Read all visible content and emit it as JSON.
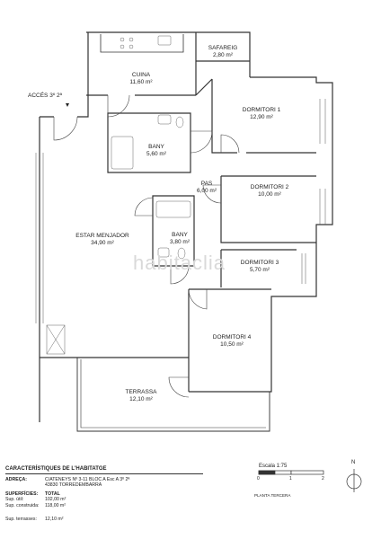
{
  "rooms": [
    {
      "id": "cuina",
      "name": "CUINA",
      "area": "11,60 m²"
    },
    {
      "id": "safareig",
      "name": "SAFAREIG",
      "area": "2,80 m²"
    },
    {
      "id": "dormitori1",
      "name": "DORMITORI 1",
      "area": "12,90 m²"
    },
    {
      "id": "bany1",
      "name": "BANY",
      "area": "5,60 m²"
    },
    {
      "id": "pas",
      "name": "PAS",
      "area": "6,00 m²"
    },
    {
      "id": "dormitori2",
      "name": "DORMITORI 2",
      "area": "10,00 m²"
    },
    {
      "id": "estar",
      "name": "ESTAR MENJADOR",
      "area": "34,90 m²"
    },
    {
      "id": "bany2",
      "name": "BANY",
      "area": "3,80 m²"
    },
    {
      "id": "dormitori3",
      "name": "DORMITORI 3",
      "area": "5,70 m²"
    },
    {
      "id": "dormitori4",
      "name": "DORMITORI 4",
      "area": "10,50 m²"
    },
    {
      "id": "terrassa",
      "name": "TERRASSA",
      "area": "12,10 m²"
    }
  ],
  "entry_label": "ACCÉS 3º 2ª",
  "watermark": "habitaclia",
  "info": {
    "title": "CARACTERÍSTIQUES DE L'HABITATGE",
    "adreca_label": "ADREÇA:",
    "adreca_line1": "C/ATENEYS Nº 3-11 BLOC A  Esc A  3º 2ª",
    "adreca_line2": "43830  TORREDEMBARRA",
    "superficies_label": "SUPERFÍCIES:",
    "total_label": "TOTAL",
    "sup_util_label": "Sup. útil:",
    "sup_util_value": "102,00 m²",
    "sup_construida_label": "Sup. construida:",
    "sup_construida_value": "118,00 m²",
    "sup_terrasses_label": "Sup. terrasses:",
    "sup_terrasses_value": "12,10 m²"
  },
  "scale": {
    "label": "Escala 1:75",
    "ticks": [
      "0",
      "1",
      "2"
    ],
    "plan_name": "PLANTA TERCERA"
  },
  "north_label": "N"
}
